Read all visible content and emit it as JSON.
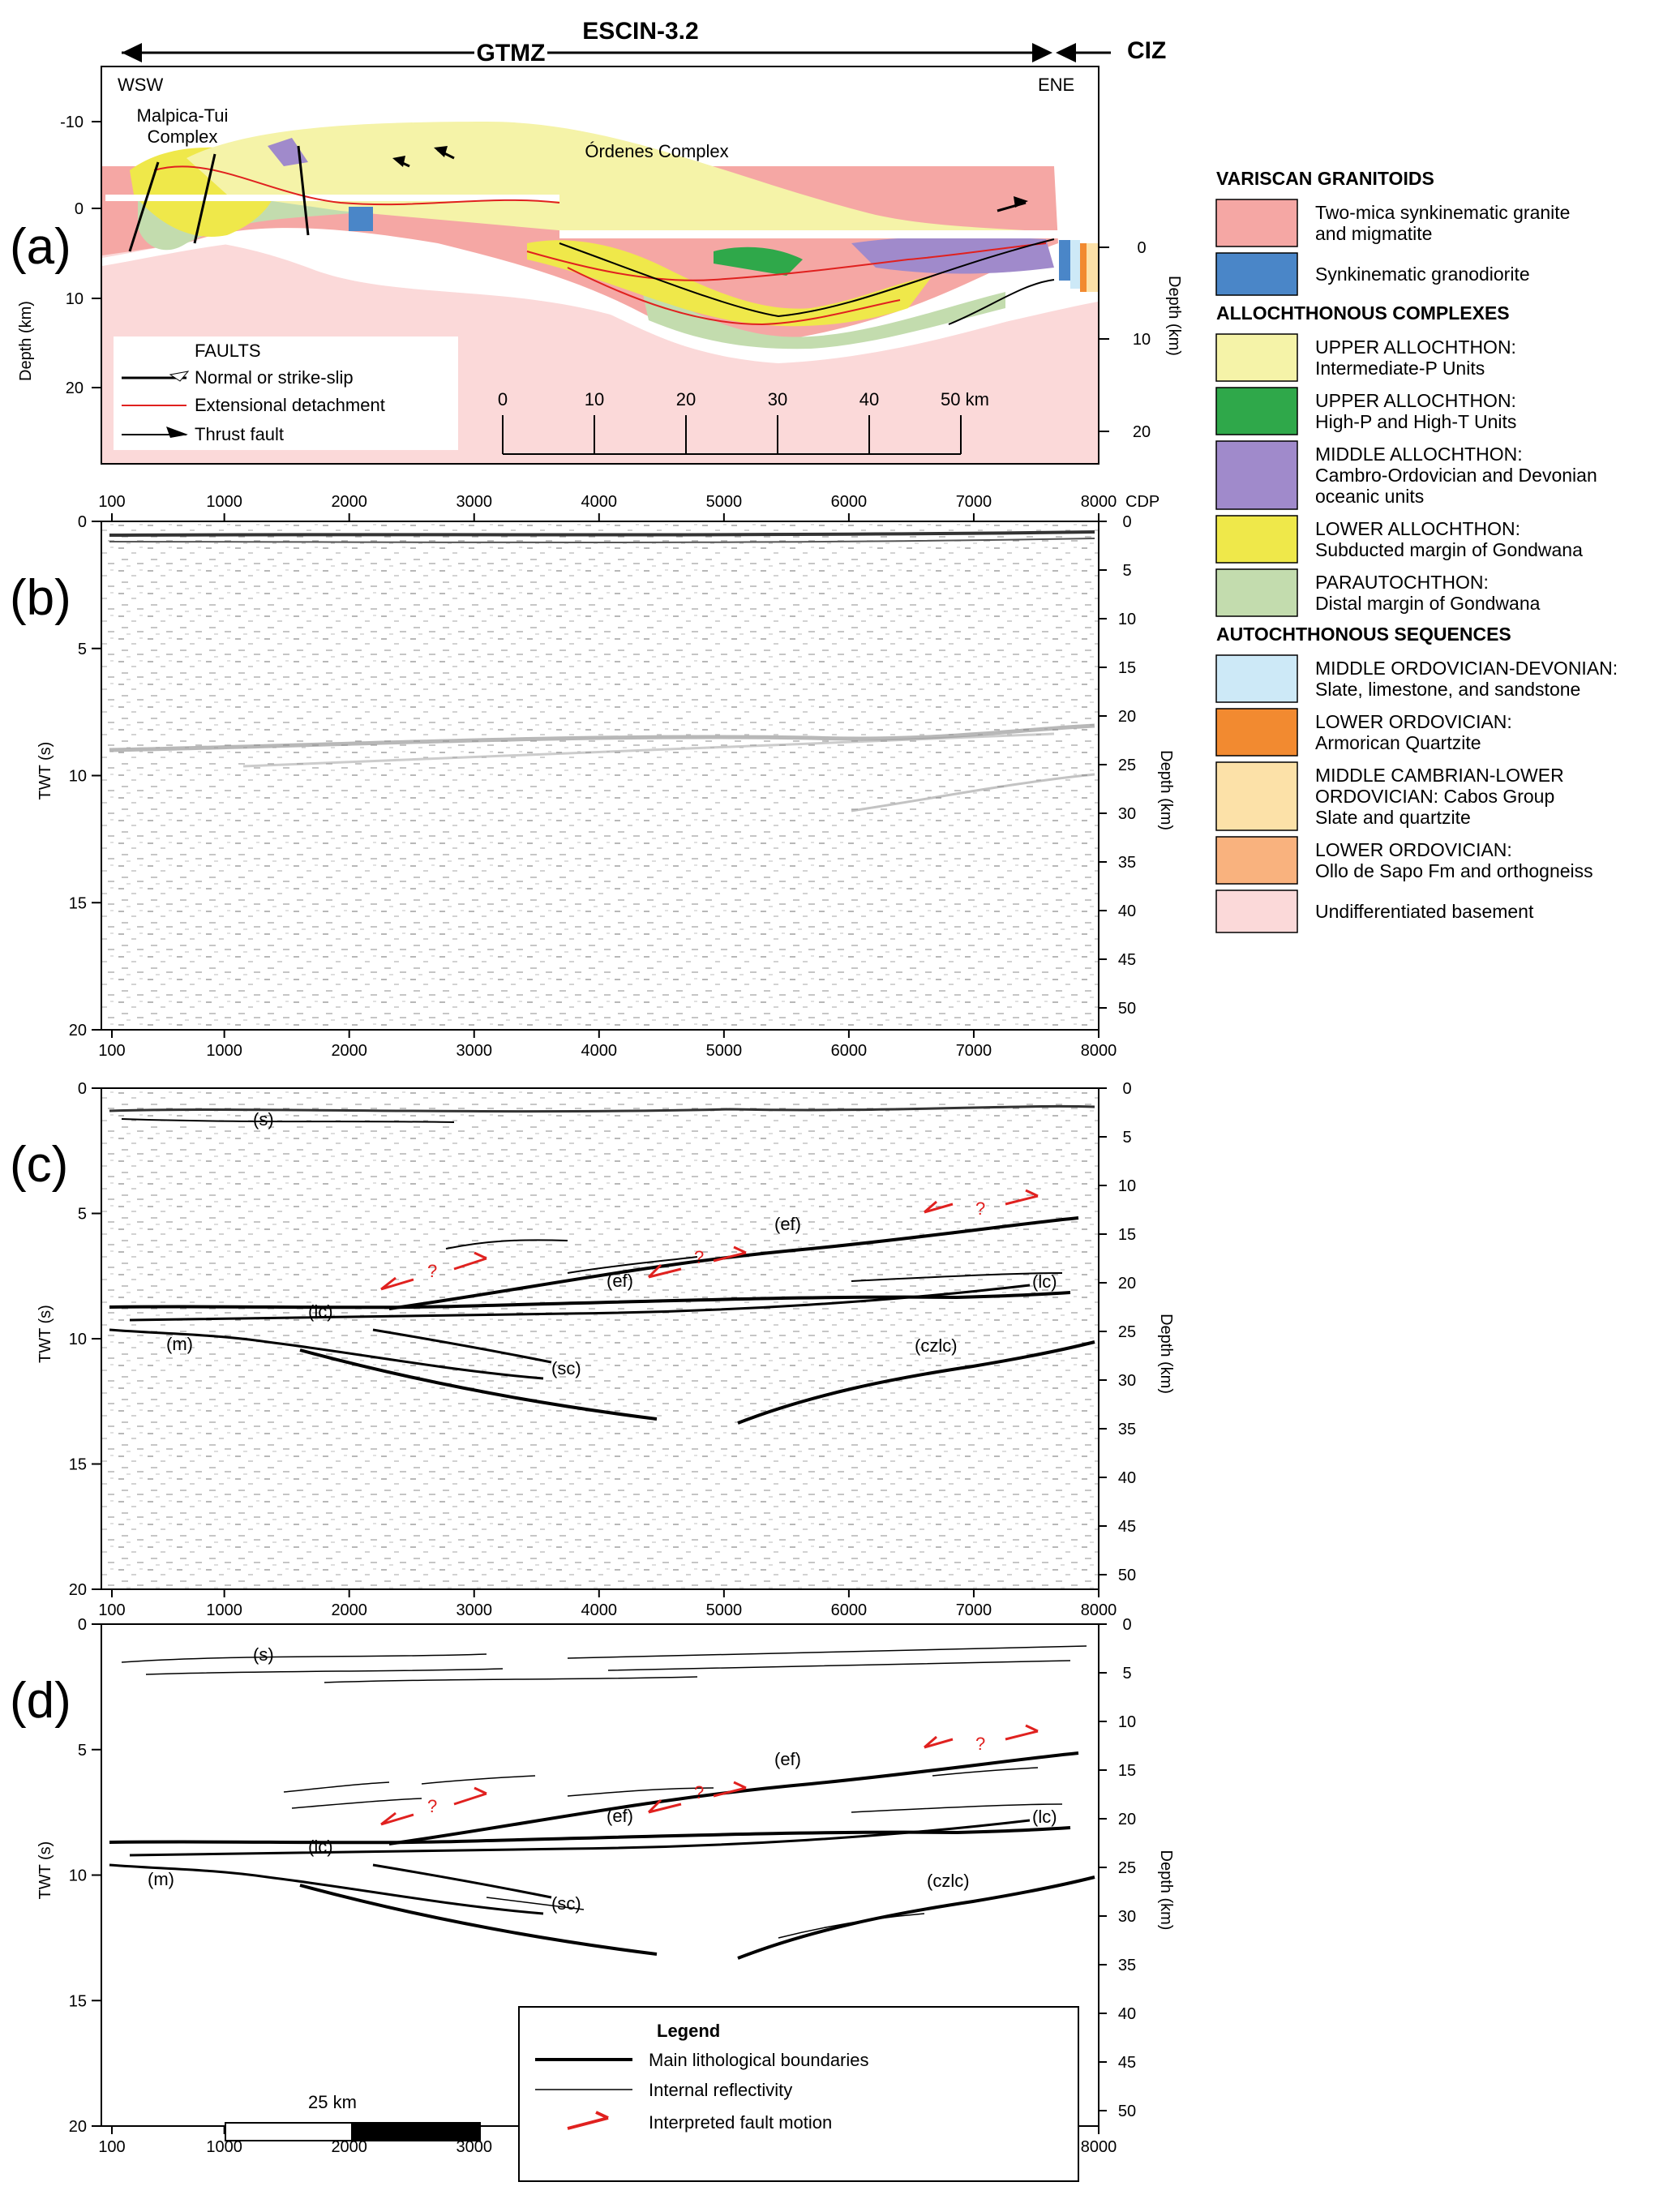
{
  "title": "ESCIN-3.2",
  "zones": {
    "left": "GTMZ",
    "right": "CIZ"
  },
  "directions": {
    "west": "WSW",
    "east": "ENE"
  },
  "panel_labels": [
    "(a)",
    "(b)",
    "(c)",
    "(d)"
  ],
  "panel_a": {
    "complex_left": [
      "Malpica-Tui",
      "Complex"
    ],
    "complex_right": "Órdenes Complex",
    "y_label": "Depth (km)",
    "right_label": "Depth (km)",
    "left_ticks": [
      "-10",
      "0",
      "10",
      "20"
    ],
    "right_ticks": [
      "0",
      "10",
      "20"
    ],
    "scale_ticks": [
      "0",
      "10",
      "20",
      "30",
      "40",
      "50 km"
    ],
    "faults_legend": {
      "title": "FAULTS",
      "items": [
        "Normal or strike-slip",
        "Extensional detachment",
        "Thrust fault"
      ]
    }
  },
  "seismic": {
    "cdp_ticks": [
      "100",
      "1000",
      "2000",
      "3000",
      "4000",
      "5000",
      "6000",
      "7000",
      "8000"
    ],
    "cdp_label": "CDP",
    "twt_label": "TWT (s)",
    "depth_label": "Depth (km)",
    "twt_ticks": [
      "0",
      "5",
      "10",
      "15",
      "20"
    ],
    "depth_ticks": [
      "0",
      "5",
      "10",
      "15",
      "20",
      "25",
      "30",
      "35",
      "40",
      "45",
      "50"
    ]
  },
  "interpretation_labels": {
    "s": "(s)",
    "ef": "(ef)",
    "lc": "(lc)",
    "m": "(m)",
    "sc": "(sc)",
    "czlc": "(czlc)",
    "q": "?"
  },
  "panel_d_legend": {
    "title": "Legend",
    "items": [
      "Main lithological boundaries",
      "Internal reflectivity",
      "Interpreted fault motion"
    ],
    "scale": "25 km"
  },
  "legend": {
    "groups": [
      {
        "heading": "VARISCAN GRANITOIDS",
        "items": [
          {
            "color": "#f5a7a4",
            "lines": [
              "Two-mica synkinematic granite",
              "and migmatite"
            ]
          },
          {
            "color": "#4a86c8",
            "lines": [
              "Synkinematic granodiorite"
            ]
          }
        ]
      },
      {
        "heading": "ALLOCHTHONOUS COMPLEXES",
        "items": [
          {
            "color": "#f5f3a8",
            "lines": [
              "UPPER ALLOCHTHON:",
              "Intermediate-P Units"
            ]
          },
          {
            "color": "#2fa84a",
            "lines": [
              "UPPER ALLOCHTHON:",
              "High-P and High-T Units"
            ]
          },
          {
            "color": "#a08acb",
            "lines": [
              "MIDDLE ALLOCHTHON:",
              "Cambro-Ordovician and Devonian",
              "oceanic units"
            ]
          },
          {
            "color": "#efe84a",
            "lines": [
              "LOWER ALLOCHTHON:",
              "Subducted margin of Gondwana"
            ]
          },
          {
            "color": "#c3dcae",
            "lines": [
              "PARAUTOCHTHON:",
              "Distal margin of Gondwana"
            ]
          }
        ]
      },
      {
        "heading": "AUTOCHTHONOUS SEQUENCES",
        "items": [
          {
            "color": "#cde9f7",
            "lines": [
              "MIDDLE ORDOVICIAN-DEVONIAN:",
              "Slate, limestone, and sandstone"
            ]
          },
          {
            "color": "#f28a30",
            "lines": [
              "LOWER ORDOVICIAN:",
              "Armorican Quartzite"
            ]
          },
          {
            "color": "#fce1a8",
            "lines": [
              "MIDDLE CAMBRIAN-LOWER",
              "ORDOVICIAN: Cabos Group",
              "Slate and quartzite"
            ]
          },
          {
            "color": "#f9b27e",
            "lines": [
              "LOWER ORDOVICIAN:",
              "Ollo de  Sapo Fm and orthogneiss"
            ]
          },
          {
            "color": "#fbd9d9",
            "lines": [
              "Undifferentiated basement"
            ]
          }
        ]
      }
    ]
  }
}
